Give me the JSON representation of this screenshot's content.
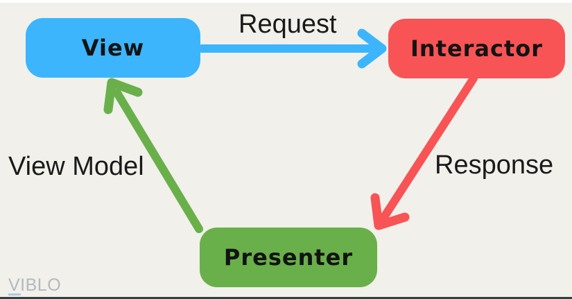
{
  "canvas": {
    "background": "#F1F0EB",
    "top_border_color": "#FFFFFF",
    "bottom_border_color": "#3C3C3C"
  },
  "diagram": {
    "type": "flow-diagram",
    "nodes": [
      {
        "id": "view",
        "label": "View",
        "color": "#3CB5FC",
        "text_color": "#131313"
      },
      {
        "id": "interactor",
        "label": "Interactor",
        "color": "#F85455",
        "text_color": "#131313"
      },
      {
        "id": "presenter",
        "label": "Presenter",
        "color": "#69B04A",
        "text_color": "#131313"
      }
    ],
    "edges": [
      {
        "id": "request",
        "label": "Request",
        "from": "view",
        "to": "interactor",
        "color": "#3CB5FC"
      },
      {
        "id": "response",
        "label": "Response",
        "from": "interactor",
        "to": "presenter",
        "color": "#F85455"
      },
      {
        "id": "view_model",
        "label": "View Model",
        "from": "presenter",
        "to": "view",
        "color": "#69B04A"
      }
    ],
    "edge_label_color": "#1A1A1A"
  },
  "watermark": {
    "text": "VIBLO",
    "text_color": "#B4B9BD",
    "underline_color": "#A9C9E8"
  }
}
